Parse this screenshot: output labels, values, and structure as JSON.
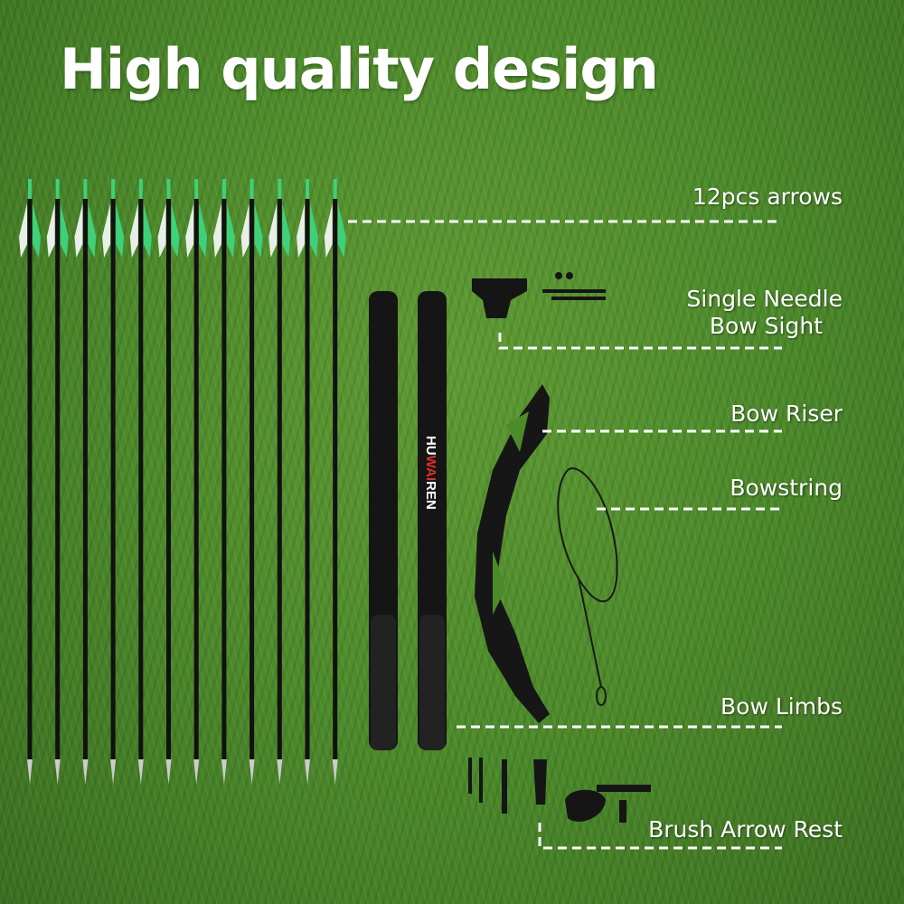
{
  "title": "High quality design",
  "brand": "HUWAIREN",
  "labels": {
    "arrows": "12pcs arrows",
    "sight_line1": "Single Needle",
    "sight_line2": "Bow Sight",
    "riser": "Bow Riser",
    "bowstring": "Bowstring",
    "limbs": "Bow Limbs",
    "rest": "Brush Arrow Rest"
  },
  "arrow_count": 12,
  "colors": {
    "fletch_green": "#3fd07a",
    "shaft": "#111111",
    "text": "#ffffff",
    "brand_red": "#d8332a"
  }
}
